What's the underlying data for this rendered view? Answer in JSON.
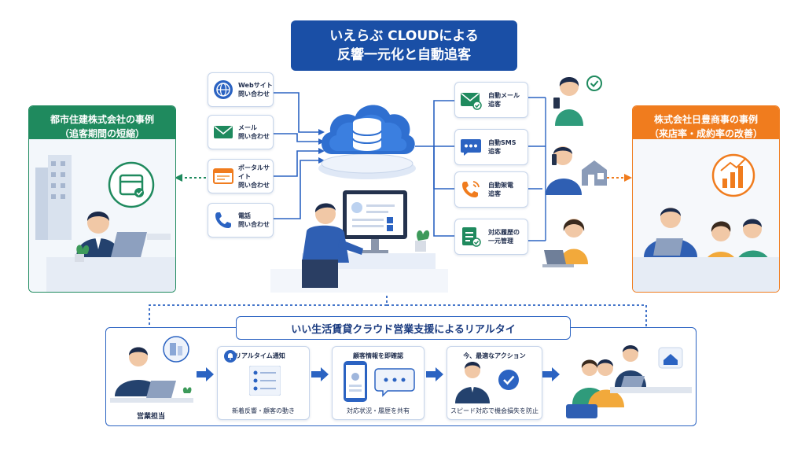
{
  "title": {
    "line1": "いえらぶ CLOUDによる",
    "line2": "反響一元化と自動追客"
  },
  "inputs": [
    {
      "label1": "Webサイト",
      "label2": "問い合わせ",
      "icon": "globe-icon"
    },
    {
      "label1": "メール",
      "label2": "問い合わせ",
      "icon": "mail-icon"
    },
    {
      "label1": "ポータルサイト",
      "label2": "問い合わせ",
      "icon": "browser-icon"
    },
    {
      "label1": "電話",
      "label2": "問い合わせ",
      "icon": "phone-icon"
    }
  ],
  "outputs": [
    {
      "label1": "自動メール",
      "label2": "追客",
      "icon": "mail-check-icon"
    },
    {
      "label1": "自動SMS",
      "label2": "追客",
      "icon": "sms-icon"
    },
    {
      "label1": "自動架電",
      "label2": "追客",
      "icon": "phone-ring-icon"
    },
    {
      "label1": "対応履歴の",
      "label2": "一元管理",
      "icon": "document-check-icon"
    }
  ],
  "left_case": {
    "line1": "都市住建株式会社の事例",
    "line2": "（追客期間の短縮）",
    "color": "#1f8a5e"
  },
  "right_case": {
    "line1": "株式会社日豊商事の事例",
    "line2": "（来店率・成約率の改善）",
    "color": "#f07c1e"
  },
  "bottom": {
    "title": "いい生活賃貸クラウド営業支援によるリアルタイ",
    "person_label": "営業担当",
    "steps": [
      {
        "head": "リアルタイム通知",
        "caption": "新着反響・顧客の動き"
      },
      {
        "head": "顧客情報を即確認",
        "caption": "対応状況・履歴を共有"
      },
      {
        "head": "今、最適なアクション",
        "caption": "スピード対応で機会損失を防止"
      }
    ]
  },
  "colors": {
    "primary": "#1a4fa6",
    "accent_green": "#1f8a5e",
    "accent_orange": "#f07c1e",
    "line": "#2b63c2"
  }
}
